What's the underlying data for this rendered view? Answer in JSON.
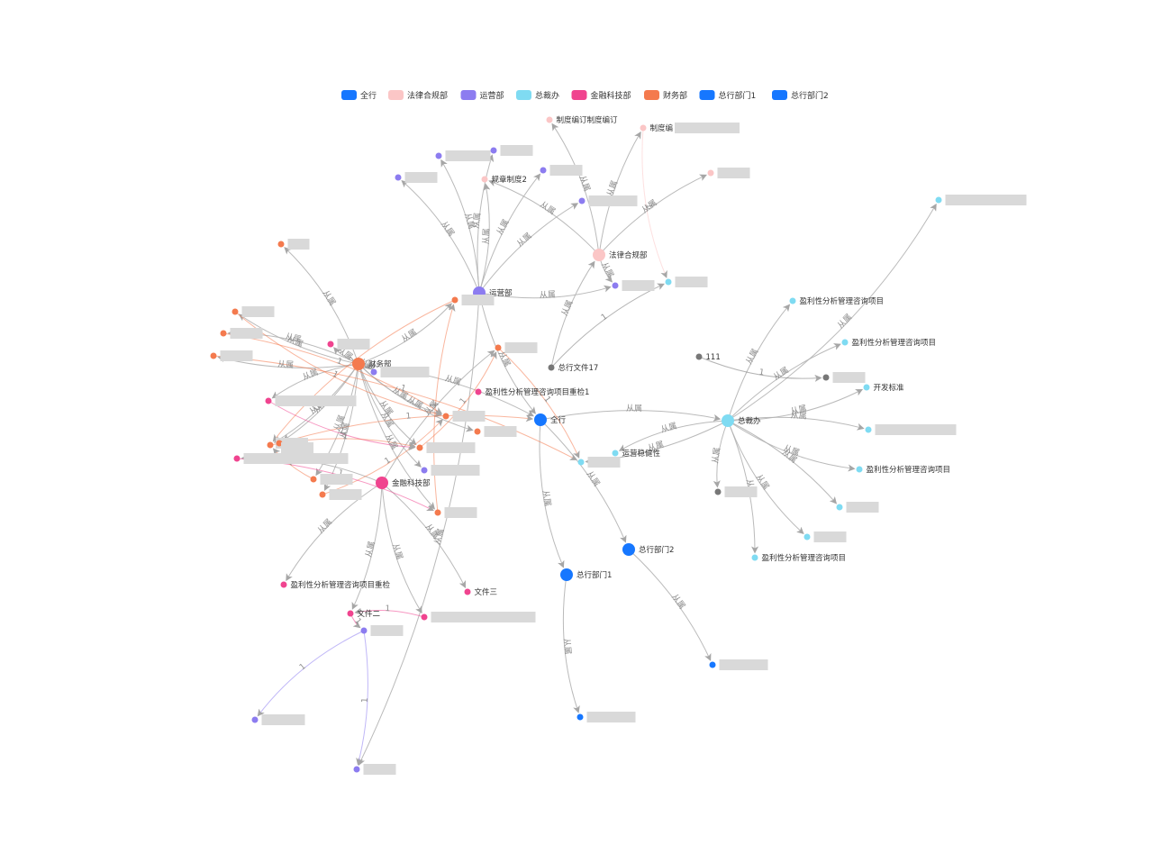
{
  "legend": [
    {
      "key": "all",
      "label": "全行",
      "color": "#1677ff"
    },
    {
      "key": "legal",
      "label": "法律合规部",
      "color": "#fbc6c6"
    },
    {
      "key": "ops",
      "label": "运营部",
      "color": "#8c7cf0"
    },
    {
      "key": "pres",
      "label": "总裁办",
      "color": "#7fdbf2"
    },
    {
      "key": "fintech",
      "label": "金融科技部",
      "color": "#f0448f"
    },
    {
      "key": "finance",
      "label": "财务部",
      "color": "#f47a4e"
    },
    {
      "key": "hq1",
      "label": "总行部门1",
      "color": "#1677ff"
    },
    {
      "key": "hq2",
      "label": "总行部门2",
      "color": "#1677ff"
    }
  ],
  "colors": {
    "other": "#777777",
    "edge": "#b3b3b3",
    "edge_label": "#8c8c8c",
    "redacted": "#d9d9d9",
    "node_label": "#333333"
  },
  "nodes": [
    {
      "id": "all",
      "label": "全行",
      "cat": "all",
      "hub": true
    },
    {
      "id": "legal",
      "label": "法律合规部",
      "cat": "legal",
      "hub": true
    },
    {
      "id": "ops",
      "label": "运营部",
      "cat": "ops",
      "hub": true
    },
    {
      "id": "pres",
      "label": "总裁办",
      "cat": "pres",
      "hub": true
    },
    {
      "id": "fintech",
      "label": "金融科技部",
      "cat": "fintech",
      "hub": true
    },
    {
      "id": "finance",
      "label": "财务部",
      "cat": "finance",
      "hub": true
    },
    {
      "id": "hq1",
      "label": "总行部门1",
      "cat": "hq1",
      "hub": true
    },
    {
      "id": "hq2",
      "label": "总行部门2",
      "cat": "hq2",
      "hub": true
    },
    {
      "id": "l1",
      "label": "制度编订制度编订",
      "cat": "legal"
    },
    {
      "id": "l2",
      "label": "制度编",
      "cat": "legal",
      "redact": 72
    },
    {
      "id": "l3",
      "label": "规章制度2",
      "cat": "legal"
    },
    {
      "id": "l4",
      "label": "",
      "cat": "legal",
      "redact": 36
    },
    {
      "id": "o1",
      "label": "",
      "cat": "ops",
      "redact": 50
    },
    {
      "id": "o2",
      "label": "",
      "cat": "ops",
      "redact": 36
    },
    {
      "id": "o3",
      "label": "",
      "cat": "ops",
      "redact": 36
    },
    {
      "id": "o4",
      "label": "",
      "cat": "ops",
      "redact": 36
    },
    {
      "id": "o5",
      "label": "",
      "cat": "ops",
      "redact": 48
    },
    {
      "id": "o6",
      "label": "",
      "cat": "ops",
      "redact": 36
    },
    {
      "id": "o7",
      "label": "",
      "cat": "ops",
      "redact": 36
    },
    {
      "id": "o8",
      "label": "",
      "cat": "ops",
      "redact": 54
    },
    {
      "id": "o9",
      "label": "",
      "cat": "ops",
      "redact": 54
    },
    {
      "id": "o10",
      "label": "",
      "cat": "ops",
      "redact": 54
    },
    {
      "id": "o11",
      "label": "",
      "cat": "ops",
      "redact": 36
    },
    {
      "id": "p0",
      "label": "",
      "cat": "pres",
      "redact": 36
    },
    {
      "id": "p1",
      "label": "盈利性分析管理咨询项目",
      "cat": "pres"
    },
    {
      "id": "p2",
      "label": "",
      "cat": "pres",
      "redact": 90
    },
    {
      "id": "p3",
      "label": "盈利性分析管理咨询项目",
      "cat": "pres"
    },
    {
      "id": "p4",
      "label": "开发标准",
      "cat": "pres"
    },
    {
      "id": "p5",
      "label": "",
      "cat": "pres",
      "redact": 90
    },
    {
      "id": "p6",
      "label": "盈利性分析管理咨询项目",
      "cat": "pres"
    },
    {
      "id": "p7",
      "label": "",
      "cat": "pres",
      "redact": 36
    },
    {
      "id": "p8",
      "label": "",
      "cat": "pres",
      "redact": 36
    },
    {
      "id": "p9",
      "label": "盈利性分析管理咨询项目",
      "cat": "pres"
    },
    {
      "id": "p10",
      "label": "运营稳健性",
      "cat": "pres"
    },
    {
      "id": "p11",
      "label": "",
      "cat": "pres",
      "redact": 36
    },
    {
      "id": "fi1",
      "label": "盈利性分析管理咨询项目重检1",
      "cat": "fintech"
    },
    {
      "id": "fi2",
      "label": "",
      "cat": "fintech",
      "redact": 36
    },
    {
      "id": "fi3",
      "label": "",
      "cat": "fintech",
      "redact": 90
    },
    {
      "id": "fi4",
      "label": "",
      "cat": "fintech",
      "redact": 116
    },
    {
      "id": "fi5",
      "label": "盈利性分析管理咨询项目重检",
      "cat": "fintech"
    },
    {
      "id": "fi6",
      "label": "文件二",
      "cat": "fintech"
    },
    {
      "id": "fi7",
      "label": "",
      "cat": "fintech",
      "redact": 116
    },
    {
      "id": "fi8",
      "label": "文件三",
      "cat": "fintech"
    },
    {
      "id": "fa1",
      "label": "",
      "cat": "finance",
      "redact": 24
    },
    {
      "id": "fa2",
      "label": "",
      "cat": "finance",
      "redact": 36
    },
    {
      "id": "fa3",
      "label": "",
      "cat": "finance",
      "redact": 36
    },
    {
      "id": "fa4",
      "label": "",
      "cat": "finance",
      "redact": 36
    },
    {
      "id": "fa5",
      "label": "",
      "cat": "finance",
      "redact": 36
    },
    {
      "id": "fa6",
      "label": "",
      "cat": "finance",
      "redact": 36
    },
    {
      "id": "fa7",
      "label": "",
      "cat": "finance",
      "redact": 36
    },
    {
      "id": "fa8",
      "label": "",
      "cat": "finance",
      "redact": 36
    },
    {
      "id": "fa9",
      "label": "",
      "cat": "finance",
      "redact": 54
    },
    {
      "id": "fa10",
      "label": "",
      "cat": "finance",
      "redact": 36
    },
    {
      "id": "fa11",
      "label": "",
      "cat": "finance",
      "redact": 36
    },
    {
      "id": "fa12",
      "label": "",
      "cat": "finance",
      "redact": 36
    },
    {
      "id": "fa13",
      "label": "",
      "cat": "finance",
      "redact": 36
    },
    {
      "id": "fa14",
      "label": "",
      "cat": "finance",
      "redact": 36
    },
    {
      "id": "d1",
      "label": "",
      "cat": "hq2",
      "redact": 54
    },
    {
      "id": "d2",
      "label": "",
      "cat": "hq1",
      "redact": 54
    },
    {
      "id": "x1",
      "label": "总行文件17",
      "cat": "other"
    },
    {
      "id": "x2",
      "label": "",
      "cat": "other",
      "redact": 36
    },
    {
      "id": "x3",
      "label": "",
      "cat": "other",
      "redact": 36
    },
    {
      "id": "x4",
      "label": "111",
      "cat": "other"
    }
  ],
  "edges": [
    {
      "s": "legal",
      "t": "l1",
      "label": "从属"
    },
    {
      "s": "legal",
      "t": "l2",
      "label": "从属"
    },
    {
      "s": "legal",
      "t": "l3",
      "label": "从属"
    },
    {
      "s": "legal",
      "t": "l4",
      "label": "从属"
    },
    {
      "s": "legal",
      "t": "o7",
      "label": "从属"
    },
    {
      "s": "x1",
      "t": "legal",
      "label": "从属"
    },
    {
      "s": "ops",
      "t": "o1",
      "label": "从属"
    },
    {
      "s": "ops",
      "t": "o2",
      "label": "从属"
    },
    {
      "s": "ops",
      "t": "o3",
      "label": "从属"
    },
    {
      "s": "ops",
      "t": "o4",
      "label": "从属"
    },
    {
      "s": "ops",
      "t": "l3",
      "label": "从属"
    },
    {
      "s": "ops",
      "t": "o6",
      "label": "从属"
    },
    {
      "s": "ops",
      "t": "o7",
      "label": "从属"
    },
    {
      "s": "ops",
      "t": "o8",
      "label": "从属"
    },
    {
      "s": "ops",
      "t": "all",
      "label": "从属"
    },
    {
      "s": "pres",
      "t": "p1",
      "label": "从属"
    },
    {
      "s": "pres",
      "t": "p2",
      "label": "从属"
    },
    {
      "s": "pres",
      "t": "p3",
      "label": "从属"
    },
    {
      "s": "pres",
      "t": "p4",
      "label": "从属"
    },
    {
      "s": "pres",
      "t": "p5",
      "label": "从属"
    },
    {
      "s": "pres",
      "t": "p6",
      "label": "从属"
    },
    {
      "s": "pres",
      "t": "p7",
      "label": "从属"
    },
    {
      "s": "pres",
      "t": "p8",
      "label": "从属"
    },
    {
      "s": "pres",
      "t": "p9",
      "label": "从属"
    },
    {
      "s": "pres",
      "t": "p10",
      "label": "从属"
    },
    {
      "s": "pres",
      "t": "p11",
      "label": "从属"
    },
    {
      "s": "pres",
      "t": "x2",
      "label": "从属"
    },
    {
      "s": "all",
      "t": "pres",
      "label": "从属"
    },
    {
      "s": "all",
      "t": "hq1",
      "label": "从属"
    },
    {
      "s": "all",
      "t": "hq2",
      "label": "从属"
    },
    {
      "s": "hq1",
      "t": "d2",
      "label": "从属"
    },
    {
      "s": "hq2",
      "t": "d1",
      "label": "从属"
    },
    {
      "s": "finance",
      "t": "fa1",
      "label": "从属"
    },
    {
      "s": "finance",
      "t": "fa2",
      "label": "从属"
    },
    {
      "s": "finance",
      "t": "fa3",
      "label": "从属"
    },
    {
      "s": "finance",
      "t": "fa4",
      "label": "从属"
    },
    {
      "s": "finance",
      "t": "fa5",
      "label": "从属"
    },
    {
      "s": "finance",
      "t": "fa6",
      "label": "从属"
    },
    {
      "s": "finance",
      "t": "fa7",
      "label": "从属"
    },
    {
      "s": "finance",
      "t": "fa8",
      "label": "从属"
    },
    {
      "s": "finance",
      "t": "fa9",
      "label": "从属"
    },
    {
      "s": "finance",
      "t": "fa10",
      "label": "从属"
    },
    {
      "s": "finance",
      "t": "fa11",
      "label": "从属"
    },
    {
      "s": "finance",
      "t": "fi2",
      "label": "从属"
    },
    {
      "s": "finance",
      "t": "fi3",
      "label": "从属"
    },
    {
      "s": "finance",
      "t": "o9",
      "label": "从属"
    },
    {
      "s": "finance",
      "t": "o10",
      "label": "从属"
    },
    {
      "s": "finance",
      "t": "all",
      "label": "从属"
    },
    {
      "s": "finance",
      "t": "fa13",
      "label": "从属"
    },
    {
      "s": "finance",
      "t": "fa14",
      "label": "从属"
    },
    {
      "s": "fintech",
      "t": "fi5",
      "label": "从属"
    },
    {
      "s": "fintech",
      "t": "fi6",
      "label": "从属"
    },
    {
      "s": "fintech",
      "t": "fi7",
      "label": "从属"
    },
    {
      "s": "fintech",
      "t": "fi8",
      "label": "从属"
    },
    {
      "s": "fintech",
      "t": "fi4",
      "label": "从属"
    },
    {
      "s": "fintech",
      "t": "fa12",
      "label": "从属"
    },
    {
      "s": "o11",
      "t": "o5",
      "label": "1"
    },
    {
      "s": "o11",
      "t": "o6",
      "label": "1"
    },
    {
      "s": "fi6",
      "t": "o11",
      "label": "1"
    },
    {
      "s": "x1",
      "t": "p0",
      "label": "1"
    },
    {
      "s": "x4",
      "t": "x3",
      "label": "1"
    },
    {
      "s": "fa12",
      "t": "p11",
      "label": "1"
    },
    {
      "s": "fa10",
      "t": "fa7",
      "label": "1"
    },
    {
      "s": "fa3",
      "t": "fa7",
      "label": "1"
    },
    {
      "s": "fa2",
      "t": "fa7",
      "label": "1"
    },
    {
      "s": "fi4",
      "t": "fa11",
      "label": "1"
    },
    {
      "s": "fi3",
      "t": "fa9",
      "label": "1"
    },
    {
      "s": "fa8",
      "t": "fa6",
      "label": "1"
    },
    {
      "s": "fa9",
      "t": "fa12",
      "label": "1"
    },
    {
      "s": "fa6",
      "t": "fa9",
      "label": "1"
    },
    {
      "s": "l2",
      "t": "p0",
      "label": "1"
    },
    {
      "s": "fa11",
      "t": "fa13",
      "label": "1"
    },
    {
      "s": "fa13",
      "t": "fa6",
      "label": "1"
    },
    {
      "s": "fa14",
      "t": "all",
      "label": "1"
    },
    {
      "s": "fi7",
      "t": "fi6",
      "label": "1"
    },
    {
      "s": "fa4",
      "t": "p11",
      "label": "1"
    }
  ]
}
